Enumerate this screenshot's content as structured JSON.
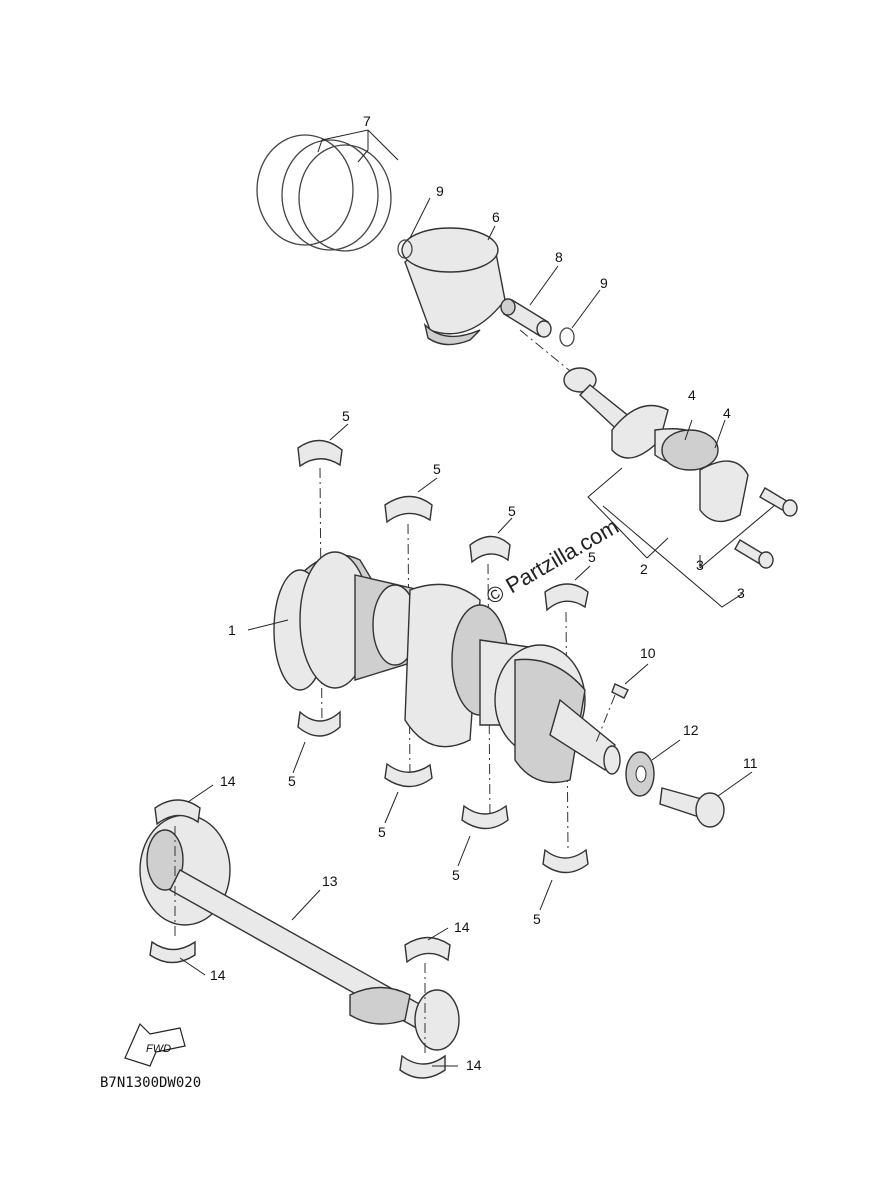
{
  "diagram_code": "B7N1300DW020",
  "watermark": "© Partzilla.com",
  "fwd_arrow_label": "FWD",
  "part_labels": [
    {
      "id": "l7",
      "text": "7"
    },
    {
      "id": "l9a",
      "text": "9"
    },
    {
      "id": "l6",
      "text": "6"
    },
    {
      "id": "l8",
      "text": "8"
    },
    {
      "id": "l9b",
      "text": "9"
    },
    {
      "id": "l4a",
      "text": "4"
    },
    {
      "id": "l4b",
      "text": "4"
    },
    {
      "id": "l5a",
      "text": "5"
    },
    {
      "id": "l5b",
      "text": "5"
    },
    {
      "id": "l5c",
      "text": "5"
    },
    {
      "id": "l5d",
      "text": "5"
    },
    {
      "id": "l1",
      "text": "1"
    },
    {
      "id": "l2",
      "text": "2"
    },
    {
      "id": "l3a",
      "text": "3"
    },
    {
      "id": "l3b",
      "text": "3"
    },
    {
      "id": "l10",
      "text": "10"
    },
    {
      "id": "l12",
      "text": "12"
    },
    {
      "id": "l11",
      "text": "11"
    },
    {
      "id": "l5e",
      "text": "5"
    },
    {
      "id": "l5f",
      "text": "5"
    },
    {
      "id": "l5g",
      "text": "5"
    },
    {
      "id": "l5h",
      "text": "5"
    },
    {
      "id": "l14a",
      "text": "14"
    },
    {
      "id": "l13",
      "text": "13"
    },
    {
      "id": "l14b",
      "text": "14"
    },
    {
      "id": "l14c",
      "text": "14"
    },
    {
      "id": "l14d",
      "text": "14"
    }
  ]
}
